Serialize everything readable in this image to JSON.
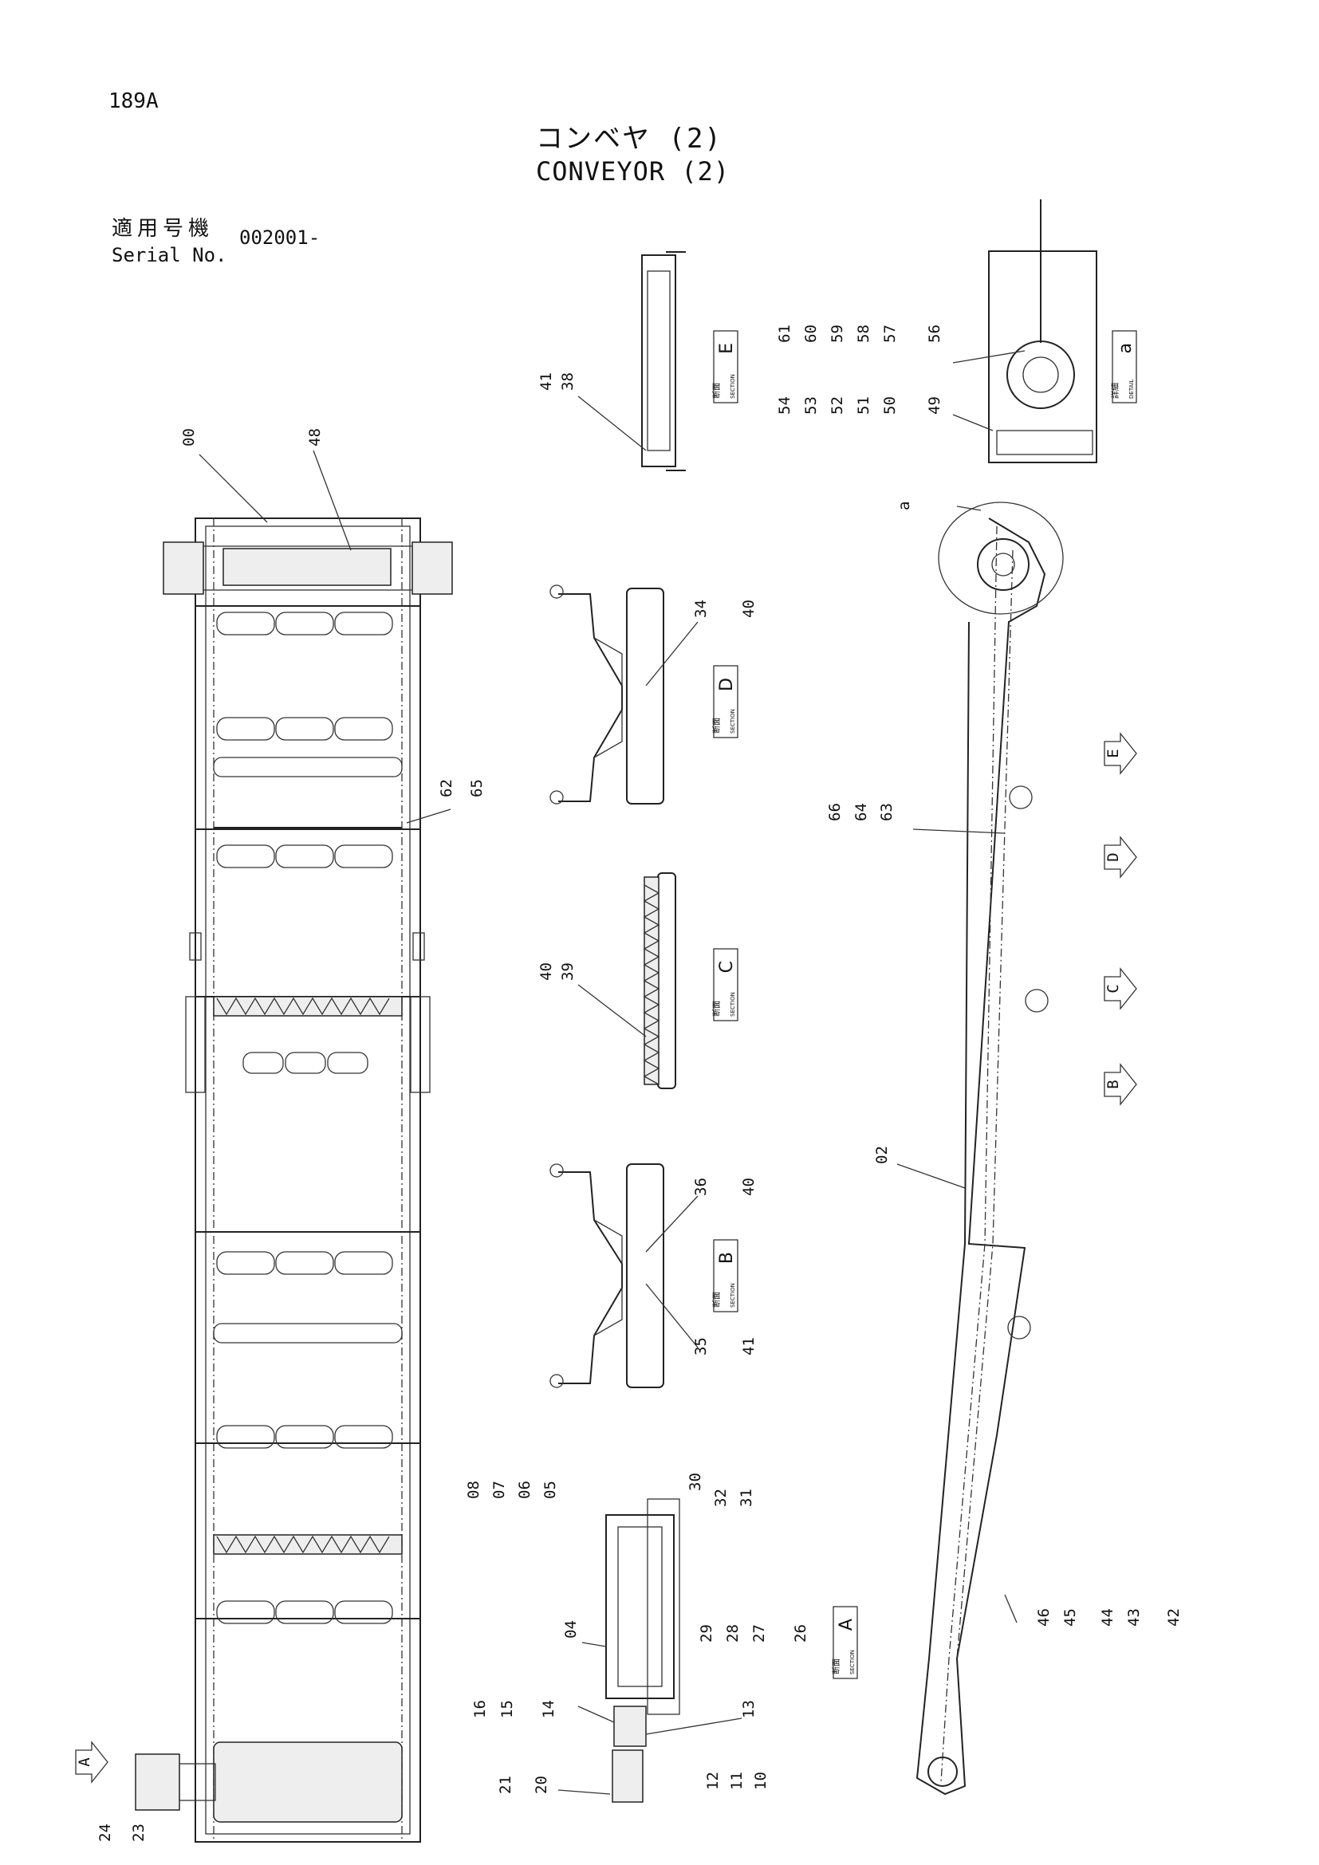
{
  "page_number": "189A",
  "title_jp": "コンベヤ (2)",
  "title_en": "CONVEYOR (2)",
  "serial_label_jp": "適用号機",
  "serial_label_en": "Serial No.",
  "serial_value": "002001-",
  "section_tags": [
    {
      "jp": "断面",
      "en": "SECTION",
      "letter": "E"
    },
    {
      "jp": "断面",
      "en": "SECTION",
      "letter": "D"
    },
    {
      "jp": "断面",
      "en": "SECTION",
      "letter": "C"
    },
    {
      "jp": "断面",
      "en": "SECTION",
      "letter": "B"
    },
    {
      "jp": "断面",
      "en": "SECTION",
      "letter": "A"
    },
    {
      "jp": "詳細",
      "en": "DETAIL",
      "letter": "a"
    }
  ],
  "view_arrows": [
    "E",
    "D",
    "C",
    "B",
    "A"
  ],
  "detail_callout": "a",
  "part_labels": {
    "section_e": [
      "41",
      "38"
    ],
    "detail_a_top": [
      "61",
      "60",
      "59",
      "58",
      "57",
      "56"
    ],
    "detail_a_bottom": [
      "54",
      "53",
      "52",
      "51",
      "50",
      "49"
    ],
    "plan_top": [
      "00",
      "48"
    ],
    "section_d": [
      "34",
      "40"
    ],
    "plan_mid": [
      "62",
      "65"
    ],
    "side_mid": [
      "66",
      "64",
      "63"
    ],
    "section_c": [
      "40",
      "39"
    ],
    "side_lower": [
      "02"
    ],
    "section_b_top": [
      "36",
      "40"
    ],
    "section_b_bottom": [
      "35",
      "41"
    ],
    "section_a_top_left": [
      "08",
      "07",
      "06",
      "05"
    ],
    "section_a_top_right": [
      "30",
      "32",
      "31"
    ],
    "section_a_mid": [
      "04"
    ],
    "section_a_right": [
      "29",
      "28",
      "27",
      "26"
    ],
    "side_bottom": [
      "46",
      "45",
      "44",
      "43",
      "42"
    ],
    "section_a_bottom_left": [
      "16",
      "15",
      "14"
    ],
    "section_a_bottom_right": [
      "13"
    ],
    "section_a_motor_left": [
      "21",
      "20"
    ],
    "section_a_motor_right": [
      "12",
      "11",
      "10"
    ],
    "plan_bottom": [
      "24",
      "23"
    ]
  }
}
